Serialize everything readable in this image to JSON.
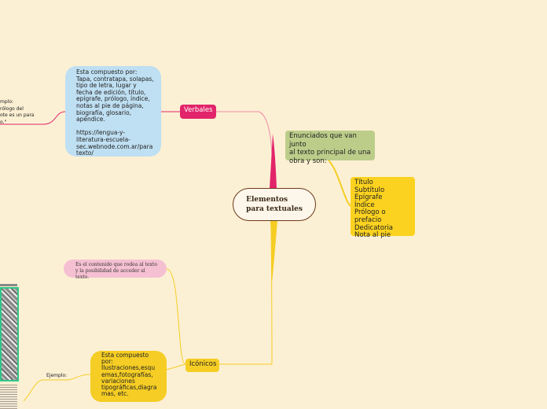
{
  "central": {
    "label": "Elementos\npara textuales"
  },
  "verbales": {
    "label": "Verbales",
    "description": "Esta compuesto por:\nTapa, contratapa, solapas,\ntipo de letra, lugar y\nfecha de edición, título,\nepígrafe, prólogo, índice,\nnotas al pie de página,\nbiografía, glosario,\napéndice.\n\nhttps://lengua-y-\nliteratura-escuela-\nsec.webnode.com.ar/para\ntexto/",
    "example_text": "mplo:\nrólogo del\note es un para\no.\""
  },
  "enunciados": {
    "label": "Enunciados que van junto\nal texto principal de una\nobra y son:",
    "items": "Título\nSubtítulo\nEpígrafe\nÍndice\nPrólogo o prefacio\nDedicatoria\nNota al pie"
  },
  "iconicos": {
    "label": "Icónicos",
    "definition": "Es el contenido que rodea al texto\ny la posibilidad de acceder al texto.",
    "description": "Esta compuesto\npor:\nIlustraciones,esqu\nemas,fotografías,\nvariaciones\ntipográficas,diagra\nmas, etc.",
    "example_label": "Ejemplo:"
  },
  "colors": {
    "background": "#fcf0d4",
    "verbales": "#e2246a",
    "iconicos": "#f5cd24",
    "branch_pink": "#e2246a",
    "branch_yellow": "#f5cd24"
  }
}
